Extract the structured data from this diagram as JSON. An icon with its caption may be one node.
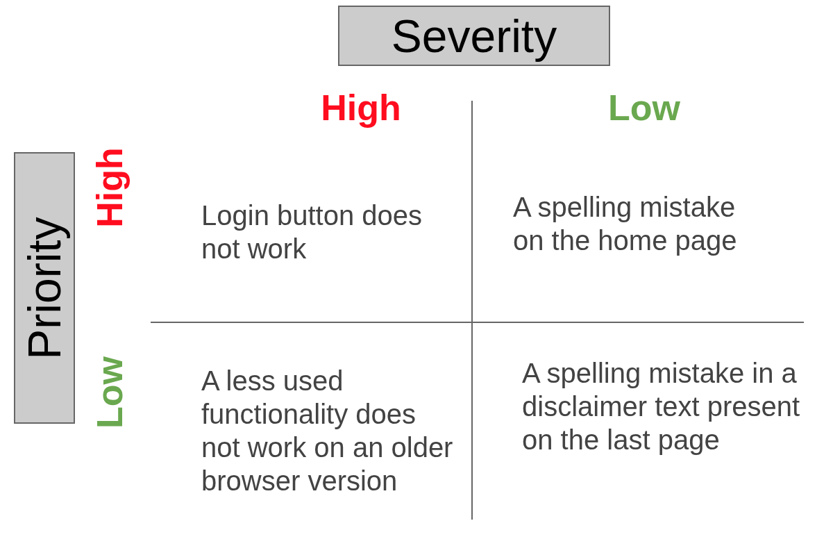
{
  "diagram": {
    "nodes": [
      {
        "text": [
          "Severity"
        ]
      },
      {
        "text": [
          "Priority"
        ]
      }
    ],
    "labels": [
      "High",
      "Low",
      "High",
      "Login button does not work",
      "A spelling mistake on the home page",
      "Low",
      "A less used functionality does not work on an older browser version",
      "A spelling mistake in a disclaimer text present on the last page"
    ]
  }
}
